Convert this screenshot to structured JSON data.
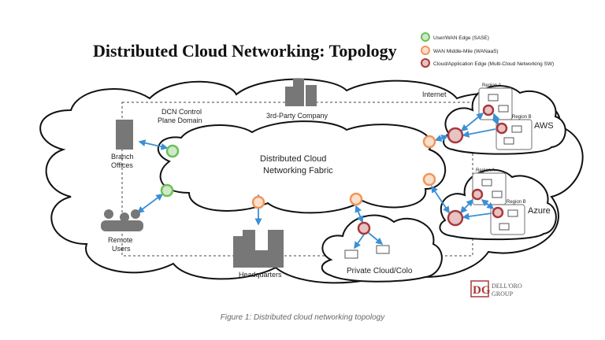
{
  "title": "Distributed Cloud Networking: Topology",
  "legend": [
    {
      "label": "User/WAN Edge (SASE)",
      "color": "#6bbf59",
      "icon": "green-edge-node-icon"
    },
    {
      "label": "WAN Middle-Mile (WANaaS)",
      "color": "#f0965a",
      "icon": "orange-middle-mile-node-icon"
    },
    {
      "label": "Cloud/Application Edge (Multi-Cloud Networking SW)",
      "color": "#a8393a",
      "icon": "red-cloud-edge-node-icon"
    }
  ],
  "labels": {
    "internet": "Internet",
    "dcn_control_1": "DCN Control",
    "dcn_control_2": "Plane Domain",
    "third_party": "3rd-Party Company",
    "branch_1": "Branch",
    "branch_2": "Offices",
    "remote_1": "Remote",
    "remote_2": "Users",
    "fabric_1": "Distributed Cloud",
    "fabric_2": "Networking  Fabric",
    "headquarters": "Headquarters",
    "private_cloud": "Private Cloud/Colo",
    "aws": "AWS",
    "azure": "Azure",
    "region_a": "Region A",
    "region_b": "Region B"
  },
  "logo": {
    "text_1": "DELL'ORO",
    "text_2": "GROUP",
    "mark": "DG"
  },
  "caption": "Figure 1: Distributed cloud networking topology"
}
